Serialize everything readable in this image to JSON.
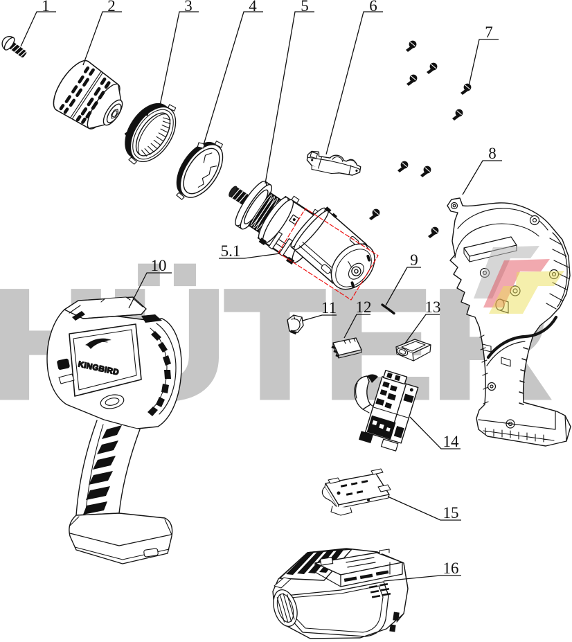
{
  "figure": {
    "type": "exploded-parts-diagram",
    "subject": "cordless drill driver",
    "background_color": "#ffffff",
    "line_color": "#151515"
  },
  "watermark": {
    "text": "HÜTER",
    "color": "#c6c6c6",
    "emblem": {
      "gray": "#b5b5b5",
      "red": "#e0404e",
      "yellow": "#ece05a"
    }
  },
  "highlight_box": {
    "color": "#ee1111",
    "style": "dashed"
  },
  "tool_brand_text": "KINGBIRD",
  "callouts": [
    {
      "text": "1"
    },
    {
      "text": "2"
    },
    {
      "text": "3"
    },
    {
      "text": "4"
    },
    {
      "text": "5"
    },
    {
      "text": "6"
    },
    {
      "text": "7"
    },
    {
      "text": "8"
    },
    {
      "text": "9"
    },
    {
      "text": "10"
    },
    {
      "text": "11"
    },
    {
      "text": "12"
    },
    {
      "text": "13"
    },
    {
      "text": "14"
    },
    {
      "text": "15"
    },
    {
      "text": "16"
    },
    {
      "text": "5.1"
    }
  ]
}
